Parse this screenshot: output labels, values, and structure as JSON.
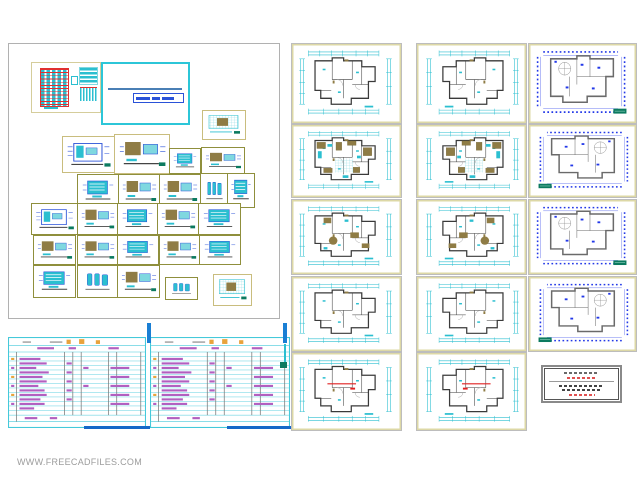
{
  "watermark": {
    "text": "WWW.FREECADFILES.COM"
  },
  "palette": {
    "background": "#ffffff",
    "panel_border": "#b1b1b1",
    "sheet_border_cream": "#ddd8a6",
    "thumb_border_olive": "#8f8f3c",
    "cad_cyan": "#2bbfd0",
    "cad_blue": "#2a52d8",
    "dimension_blue": "#2238e8",
    "cover_border_cyan": "#2cc6d8",
    "table_border_cyan": "#45c9da",
    "table_text_magenta": "#b25fc0",
    "accent_orange": "#e8a33c",
    "accent_red": "#e02020",
    "furniture_tan": "#8f7c45",
    "wall_gray": "#3a3a3a",
    "title_block_teal": "#0b7a5f",
    "accent_deep_blue": "#1668c8",
    "watermark_gray": "#9c9c9c"
  },
  "content": {
    "detail_panel_thumbnails": 25,
    "spec_table_sheets": 2,
    "floor_plan_columns": 3,
    "floor_plan_rows": 5,
    "floor_plan_sheets": 14,
    "notes_box_lines": 5
  }
}
